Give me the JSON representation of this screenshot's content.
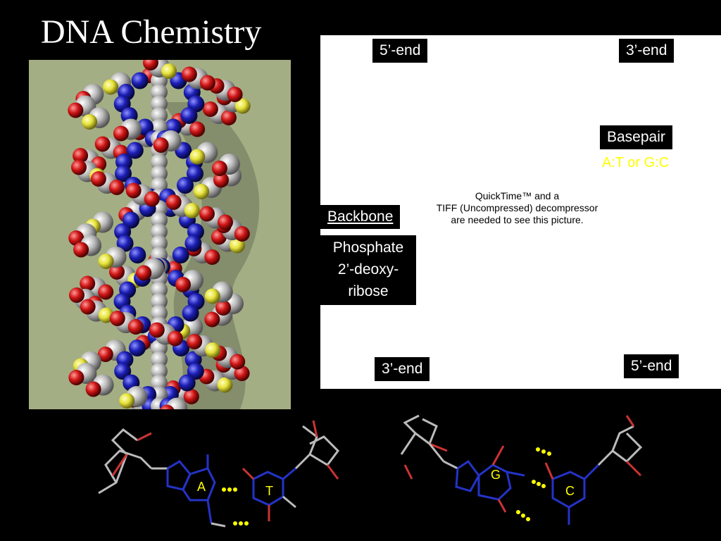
{
  "slide": {
    "title": "DNA Chemistry",
    "background_color": "#000000"
  },
  "helix_image": {
    "background_color": "#a4ae84",
    "atom_colors": {
      "carbon": "#b9b9b9",
      "nitrogen": "#1c1fb6",
      "oxygen": "#d01616",
      "phosphorus": "#e6e23a"
    }
  },
  "quicktime_placeholder": {
    "line1": "QuickTime™ and a",
    "line2": "TIFF (Uncompressed) decompressor",
    "line3": "are needed to see this picture."
  },
  "labels": {
    "end_5_top": "5’-end",
    "end_3_top": "3’-end",
    "basepair": "Basepair",
    "basepair_types": "A:T or G:C",
    "backbone": "Backbone",
    "phosphate": "Phosphate",
    "deoxy_line1": "2’-deoxy-",
    "deoxy_line2": "ribose",
    "end_3_bottom": "3’-end",
    "end_5_bottom": "5’-end"
  },
  "base_pairs": {
    "pair1": {
      "left": "A",
      "right": "T"
    },
    "pair2": {
      "left": "G",
      "right": "C"
    },
    "bond_color": "#ffff00"
  }
}
